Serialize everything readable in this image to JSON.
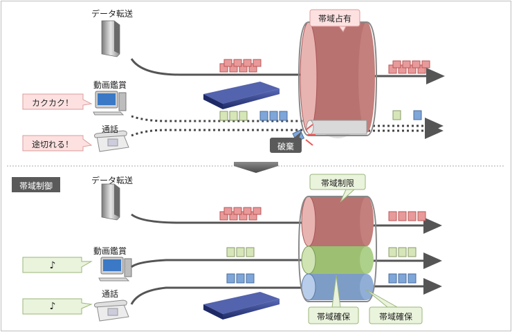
{
  "top": {
    "devices": [
      {
        "label": "データ転送"
      },
      {
        "label": "動画鑑賞"
      },
      {
        "label": "通話"
      }
    ],
    "callouts": {
      "video": "カクカク！",
      "call": "途切れる！",
      "pipe": "帯域占有",
      "discard": "破棄"
    }
  },
  "section_label": "帯域制御",
  "bottom": {
    "devices": [
      {
        "label": "データ転送"
      },
      {
        "label": "動画鑑賞"
      },
      {
        "label": "通話"
      }
    ],
    "callouts": {
      "video": "♪",
      "call": "♪",
      "limit": "帯域制限",
      "ensure_video": "帯域確保",
      "ensure_call": "帯域確保"
    }
  },
  "colors": {
    "data_packet": "#e89a9a",
    "video_packet": "#d6e6b8",
    "voice_packet": "#7fa6d8",
    "pipe_data": "#b77270",
    "pipe_video": "#9cbf72",
    "pipe_voice": "#7d9cc6",
    "callout_red": "#fde1e1",
    "callout_green": "#eaf3dc"
  }
}
